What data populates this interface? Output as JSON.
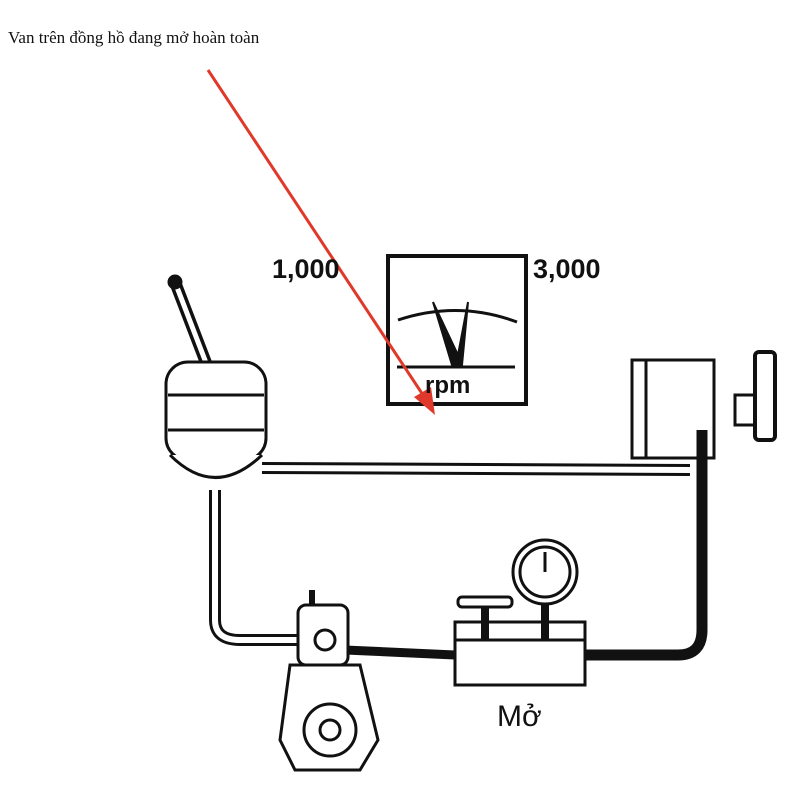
{
  "caption": "Van trên đồng hồ đang mở hoàn toàn",
  "tachometer": {
    "low_label": "1,000",
    "high_label": "3,000",
    "unit": "rpm"
  },
  "valve_state_label": "Mở",
  "colors": {
    "arrow": "#e0392b",
    "line": "#111111"
  }
}
